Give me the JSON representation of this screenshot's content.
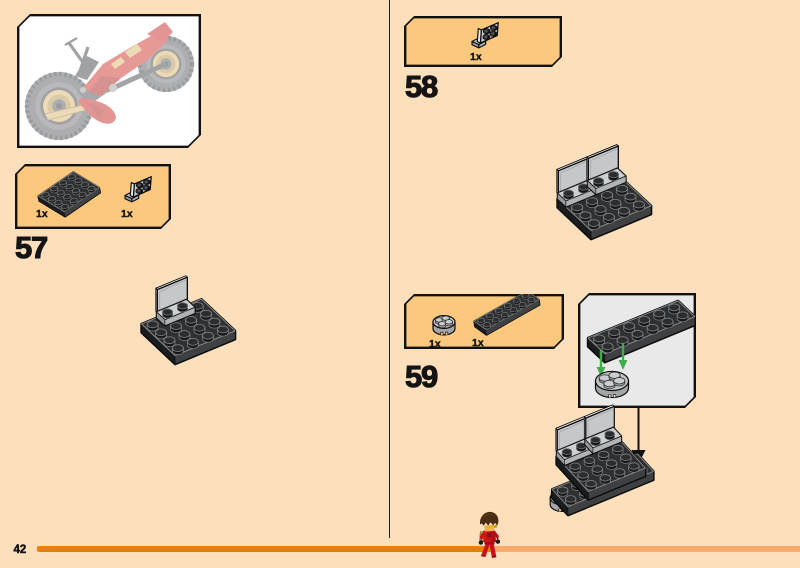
{
  "page": {
    "number": "42",
    "background": "#FDDFBB",
    "divider_color": "#1f1f1f",
    "progress": {
      "filled_color": "#EC7D00",
      "track_color": "#F6AA6C",
      "fraction_filled": 0.594
    }
  },
  "boxes": {
    "parts_fill": "#FBC87E",
    "callout_fill": "#E9E9E9",
    "preview_fill": "#FFFFFF",
    "border_color": "#111111"
  },
  "steps": [
    {
      "label": "57",
      "parts": [
        {
          "name": "black-plate-4x4",
          "count": "1x"
        },
        {
          "name": "gray-bracket-1x2-2x2",
          "count": "1x"
        }
      ]
    },
    {
      "label": "58",
      "parts": [
        {
          "name": "gray-bracket-1x2-2x2",
          "count": "1x"
        }
      ]
    },
    {
      "label": "59",
      "parts": [
        {
          "name": "gray-round-plate-2x2",
          "count": "1x"
        },
        {
          "name": "black-plate-2x6",
          "count": "1x"
        }
      ]
    }
  ],
  "pieces": {
    "black": {
      "top": "#2f3032",
      "front": "#3e4042",
      "side": "#1b1c1e",
      "edge": "#909294",
      "studTop": "#2c2d2f",
      "studSide": "#17181a",
      "studEdge": "#7f8183"
    },
    "gray": {
      "top": "#cfd0d2",
      "front": "#b2b3b5",
      "side": "#98999b",
      "edge": "#1c1c1e",
      "studTop": "#2b2c2e",
      "studSide": "#121214",
      "studEdge": "#6d6e70"
    },
    "roundgray": {
      "top": "#c3c4c6",
      "side": "#a4a5a7",
      "studTop": "#cbccce",
      "studEdge": "#2a2a2c"
    },
    "panel": {
      "face": "#c6c7c9",
      "topEdge": "#e9eaec",
      "leftEdge": "#dcdde0",
      "inner": "#9fa0a2"
    },
    "arrow_green": "#3DAE4B",
    "arrow_black": "#111111"
  },
  "minifig": {
    "name": "kai-ninja-minifigure",
    "hair": "#4a2c12",
    "face": "#f0b054",
    "torso": "#d01217",
    "legs": "#c81118",
    "hands": "#1a1a1a"
  }
}
